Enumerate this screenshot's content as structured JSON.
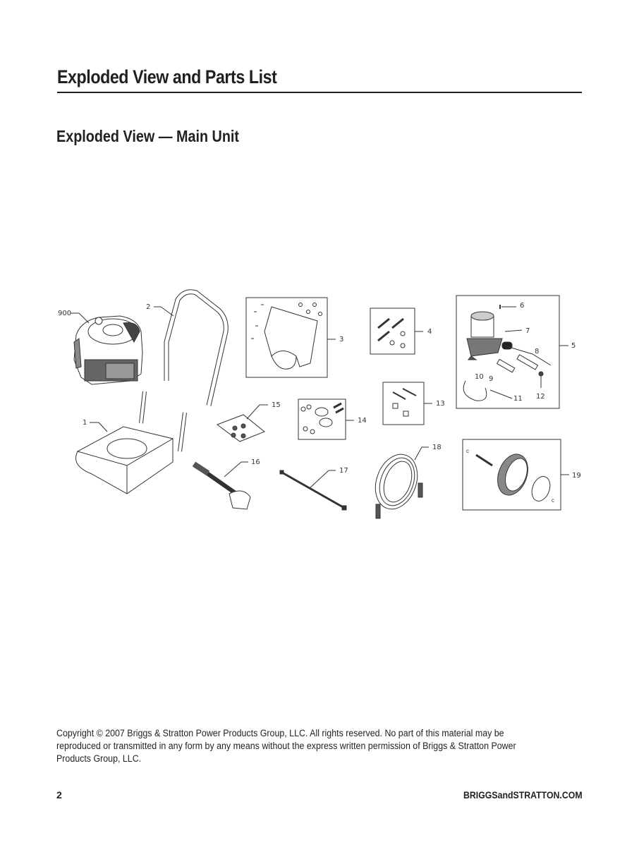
{
  "header": {
    "title": "Exploded View and Parts List"
  },
  "section": {
    "title": "Exploded View — Main Unit"
  },
  "diagram": {
    "callouts": {
      "engine": "900",
      "frame": "1",
      "handle": "2",
      "hose_hook_bracket": "3",
      "hardware_kit_4": "4",
      "pump_assembly": "5",
      "pump_part_6": "6",
      "pump_part_7": "7",
      "pump_part_8": "8",
      "pump_part_9": "9",
      "pump_part_10": "10",
      "pump_part_11": "11",
      "pump_part_12": "12",
      "hardware_kit_13": "13",
      "wheel_hardware_kit": "14",
      "hardware_bag": "15",
      "spray_gun": "16",
      "spray_wand": "17",
      "high_pressure_hose": "18",
      "wheel_kit": "19"
    }
  },
  "footer": {
    "copyright": "Copyright © 2007 Briggs & Stratton Power Products Group, LLC.  All rights reserved.  No part of this material may be reproduced or transmitted in any form by any means without the express written permission of Briggs & Stratton Power Products Group, LLC.",
    "page_number": "2",
    "site": "BRIGGSandSTRATTON.COM"
  }
}
